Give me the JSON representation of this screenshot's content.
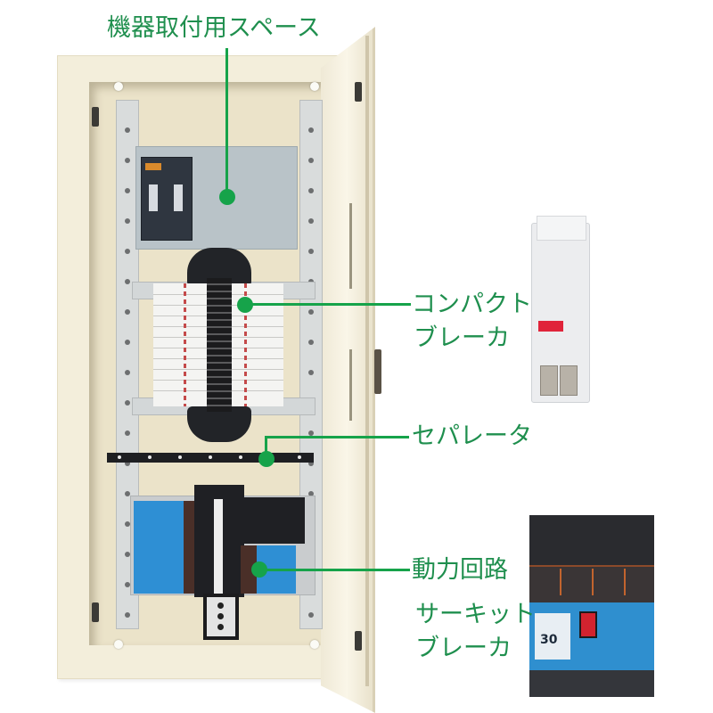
{
  "diagram": {
    "subject": "住宅用分電盤 (electrical distribution panel) with labeled components",
    "accent_color": "#1f8f4e",
    "line_color": "#16a34a",
    "labels": {
      "equipment_space": "機器取付用スペース",
      "compact_breaker_line1": "コンパクト",
      "compact_breaker_line2": "ブレーカ",
      "separator": "セパレータ",
      "power_circuit_line1": "動力回路",
      "power_circuit_line2": "サーキット",
      "power_circuit_line3": "ブレーカ"
    },
    "product_markings": {
      "breaker_rating": "30"
    }
  }
}
